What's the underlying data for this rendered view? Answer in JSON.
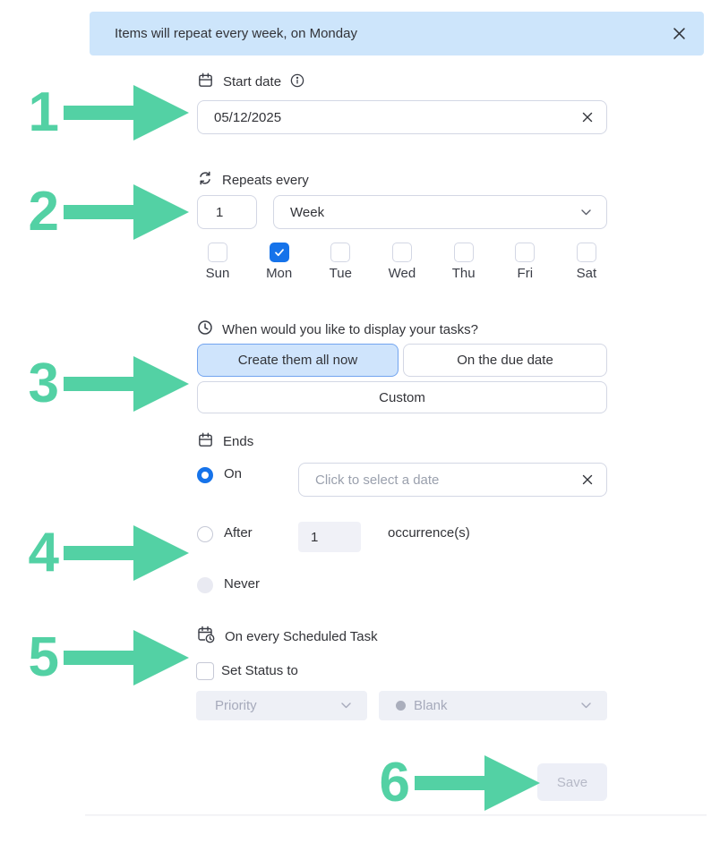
{
  "banner": {
    "message": "Items will repeat every week, on Monday"
  },
  "form": {
    "start_date": {
      "label": "Start date",
      "value": "05/12/2025"
    },
    "repeats": {
      "label": "Repeats every",
      "interval_value": "1",
      "unit_value": "Week"
    },
    "days": [
      {
        "label": "Sun",
        "checked": false
      },
      {
        "label": "Mon",
        "checked": true
      },
      {
        "label": "Tue",
        "checked": false
      },
      {
        "label": "Wed",
        "checked": false
      },
      {
        "label": "Thu",
        "checked": false
      },
      {
        "label": "Fri",
        "checked": false
      },
      {
        "label": "Sat",
        "checked": false
      }
    ],
    "display_tasks": {
      "label": "When would you like to display your tasks?",
      "options": [
        {
          "label": "Create them all now",
          "selected": true
        },
        {
          "label": "On the due date",
          "selected": false
        },
        {
          "label": "Custom",
          "selected": false
        }
      ]
    },
    "ends": {
      "label": "Ends",
      "on": {
        "label": "On",
        "placeholder": "Click to select a date",
        "selected": true
      },
      "after": {
        "label": "After",
        "value": "1",
        "suffix": "occurrence(s)",
        "selected": false
      },
      "never": {
        "label": "Never",
        "disabled": true
      }
    },
    "scheduled_task": {
      "label": "On every Scheduled Task",
      "set_status_label": "Set Status to",
      "set_status_checked": false,
      "column_select": "Priority",
      "value_select": "Blank"
    },
    "save_label": "Save"
  },
  "annotations": {
    "numbers": [
      "1",
      "2",
      "3",
      "4",
      "5",
      "6"
    ]
  },
  "colors": {
    "annotation_teal": "#53d1a4",
    "accent_blue": "#1673ea",
    "banner_blue": "#cde5fb",
    "selected_option_bg": "#cfe4fc",
    "disabled_bg": "#eef0f6"
  }
}
